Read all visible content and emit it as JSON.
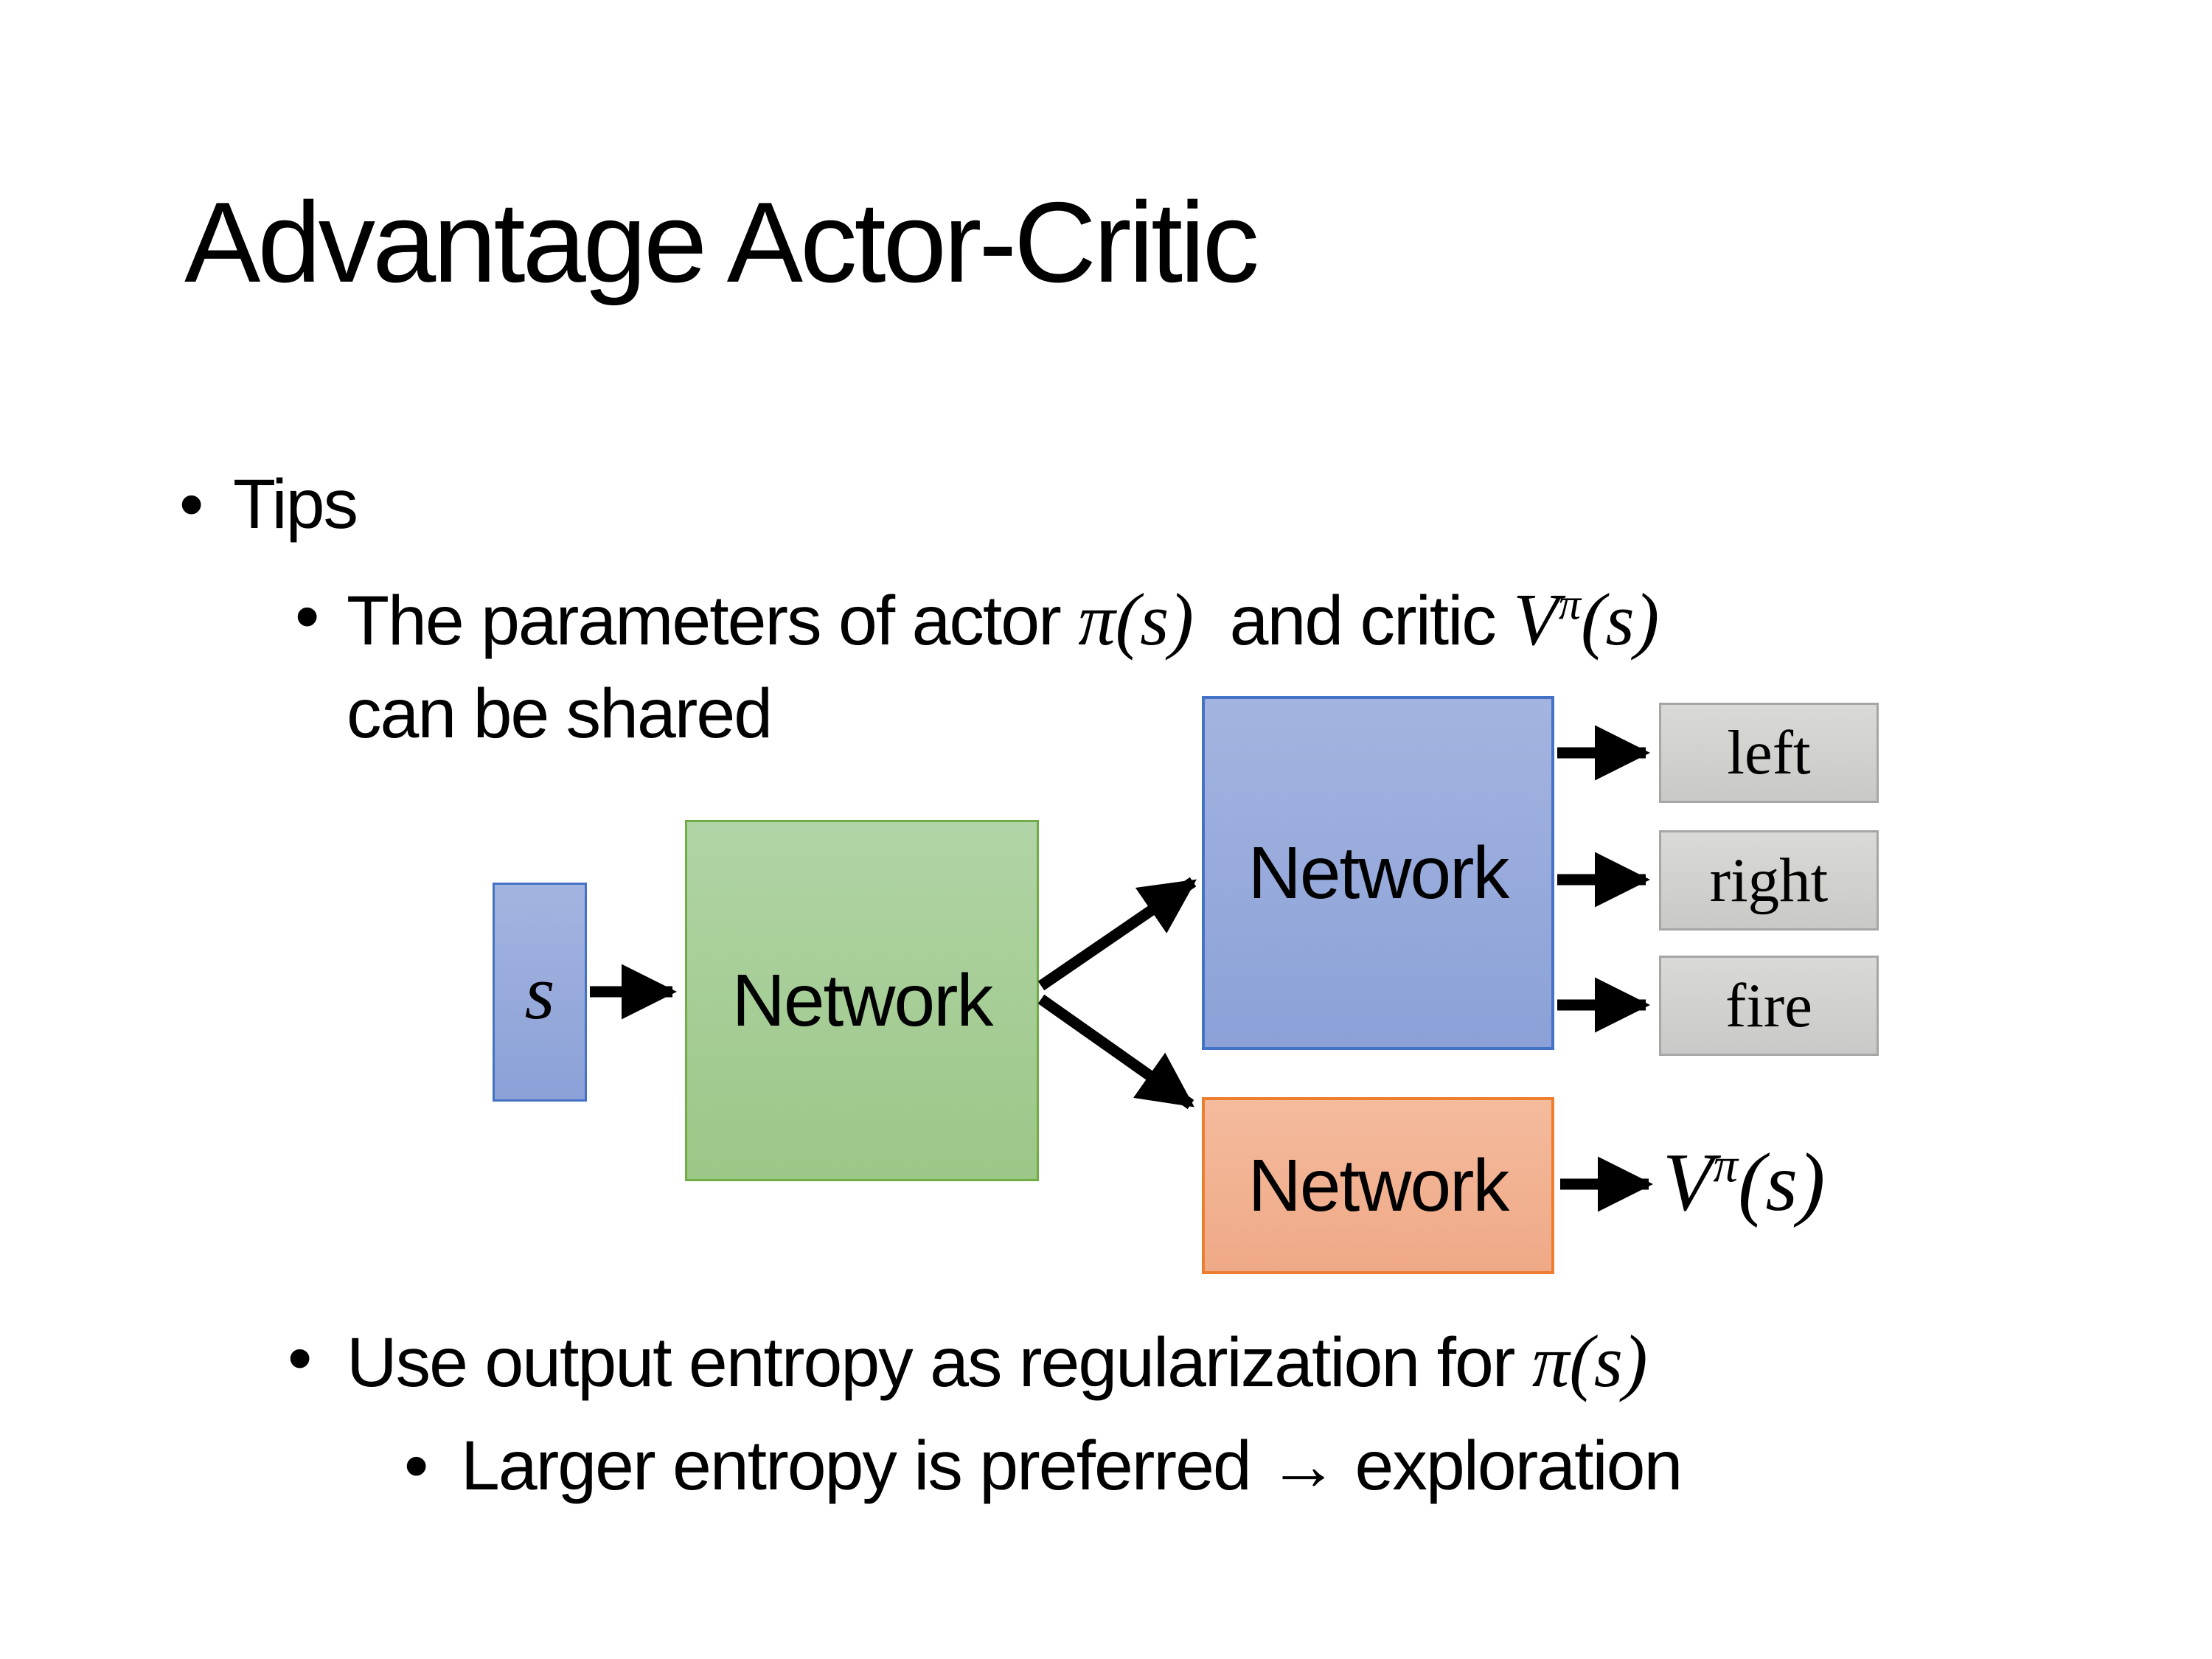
{
  "slide": {
    "title": "Advantage Actor-Critic",
    "bullet_glyph": "•",
    "tips": "Tips",
    "param_line": {
      "pre": "The parameters of actor ",
      "actor_math": "π(s)",
      "mid": "  and critic ",
      "critic_base": "V",
      "critic_sup": "π",
      "critic_args": "(s)",
      "line2": "can be shared"
    },
    "entropy_line": {
      "pre": "Use output entropy as regularization for ",
      "math": "π(s)"
    },
    "exploration_line": "Larger entropy is preferred → exploration",
    "diagram": {
      "state_label": "s",
      "shared_label": "Network",
      "actor_label": "Network",
      "critic_label": "Network",
      "actions": [
        "left",
        "right",
        "fire"
      ],
      "value_base": "V",
      "value_sup": "π",
      "value_args": "(s)"
    },
    "colors": {
      "background": "#ffffff",
      "text": "#000000",
      "arrow": "#000000",
      "blue-border": "#4472c4",
      "blue-top": "#a4b4e0",
      "blue-bottom": "#8ba1d7",
      "green-border": "#70ad47",
      "green-top": "#b1d4a6",
      "green-bottom": "#9bc787",
      "orange-border": "#ed7d31",
      "orange-top": "#f4bb9d",
      "orange-bottom": "#efa987",
      "gray-border": "#a6a6a6",
      "gray-top": "#d9dad7",
      "gray-bottom": "#c9cac7"
    }
  }
}
